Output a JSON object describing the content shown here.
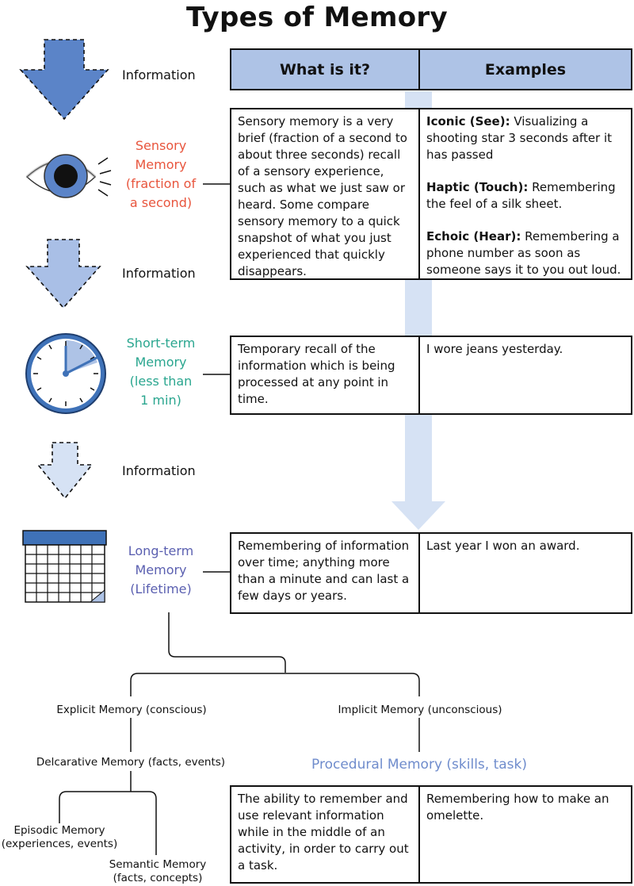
{
  "title": "Types of Memory",
  "info_label": "Information",
  "headers": {
    "what": "What is it?",
    "examples": "Examples"
  },
  "colors": {
    "sensory": "#e8553d",
    "short_term": "#2aa68f",
    "long_term": "#5a5fb0",
    "header_bg": "#aec3e6",
    "arrow_dark": "#5b84c8",
    "arrow_mid": "#a9bfe6",
    "arrow_light": "#d6e2f4",
    "procedural": "#6f8ccc"
  },
  "stages": {
    "sensory": {
      "label_lines": [
        "Sensory",
        "Memory",
        "(fraction of",
        "a second)"
      ],
      "icon": "eye-icon",
      "what": "Sensory memory is a very brief (fraction of a second to about three seconds) recall of a sensory experience, such as what we just saw or heard. Some compare sensory memory to a quick snapshot of what you just experienced that quickly disappears.",
      "examples": [
        {
          "term": "Iconic (See):",
          "text": " Visualizing a shooting star 3 seconds after it has passed"
        },
        {
          "term": "Haptic (Touch):",
          "text": " Remembering the feel of a silk sheet."
        },
        {
          "term": "Echoic (Hear):",
          "text": " Remembering a phone number as soon as someone says it to you out loud."
        }
      ]
    },
    "short_term": {
      "label_lines": [
        "Short-term",
        "Memory",
        "(less than",
        "1 min)"
      ],
      "icon": "clock-icon",
      "what": "Temporary recall of the information which is being processed at any point in time.",
      "examples": "I wore jeans yesterday."
    },
    "long_term": {
      "label_lines": [
        "Long-term",
        "Memory",
        "(Lifetime)"
      ],
      "icon": "calendar-icon",
      "what": "Remembering of information over time; anything more than a minute and can last a few days or years.",
      "examples": "Last year I won an award."
    }
  },
  "tree": {
    "explicit": "Explicit Memory (conscious)",
    "implicit": "Implicit Memory (unconscious)",
    "declarative": "Delcarative Memory (facts, events)",
    "episodic_lines": [
      "Episodic Memory",
      "(experiences, events)"
    ],
    "semantic_lines": [
      "Semantic Memory",
      "(facts, concepts)"
    ],
    "procedural": "Procedural Memory (skills, task)"
  },
  "procedural": {
    "what": "The ability to remember and use relevant information while in the middle of an activity, in order to carry out a task.",
    "examples": "Remembering how to make an omelette."
  }
}
